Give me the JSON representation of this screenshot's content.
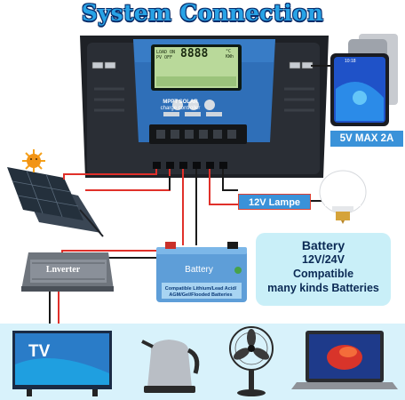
{
  "title": "System Connection",
  "phone_label": "5V MAX 2A",
  "phone_time": "10:18",
  "lamp_label": "12V Lampe",
  "controller": {
    "brand_line1": "MPPT SOLAR",
    "brand_line2": "charge controller",
    "lcd_small": "LOAD ON\nPV OFF",
    "lcd_digits": "8888",
    "lcd_units": "°C\nKWh"
  },
  "battery": {
    "name": "Battery",
    "subtitle": "Compatible Lithium/Lead Acid/ AGM/Gel/Flooded Batteries"
  },
  "battery_info": {
    "line1": "Battery",
    "line2": "12V/24V",
    "line3": "Compatible",
    "line4": "many kinds Batteries"
  },
  "inverter_label": "Lnverter",
  "appliances": {
    "tv_label": "TV"
  },
  "colors": {
    "title": "#28a3e6",
    "controller_blue": "#2f6fb8",
    "wire_red": "#e0302a",
    "wire_black": "#1a1a1a",
    "label_blue": "#3a92d9",
    "info_bg": "#c9eff8",
    "bottom_panel": "#d8f2fb"
  }
}
